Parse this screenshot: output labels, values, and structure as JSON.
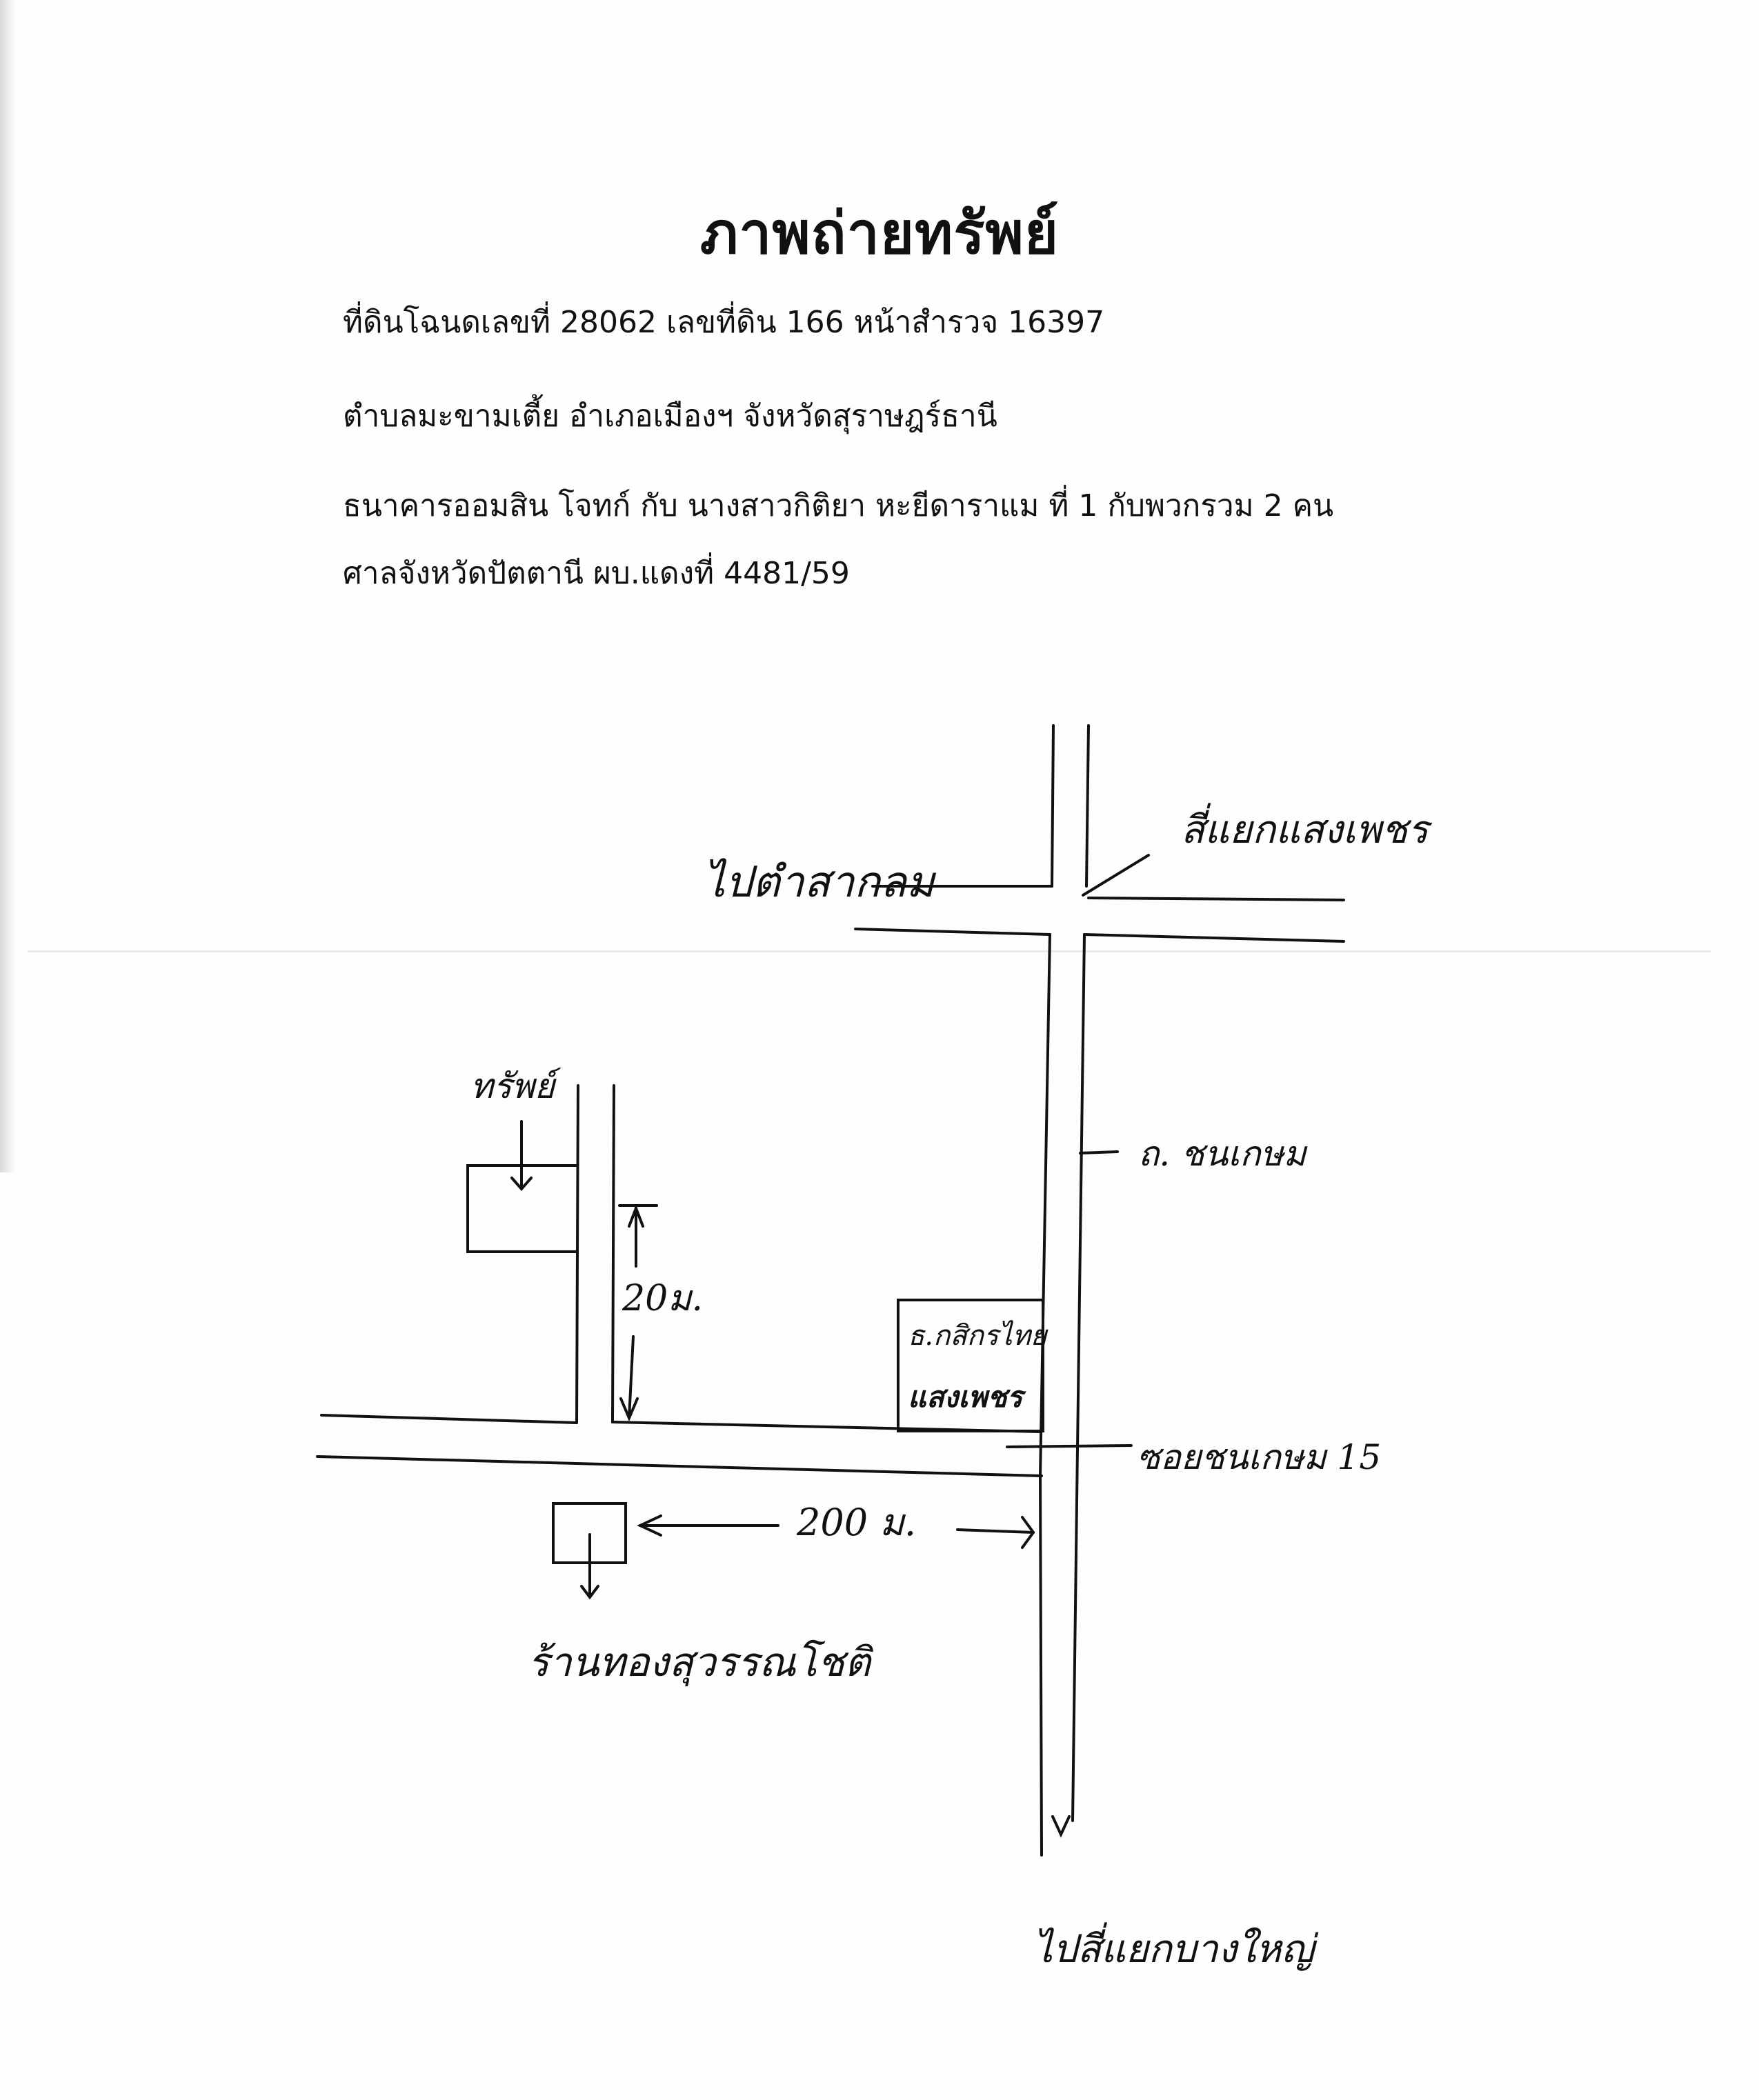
{
  "document": {
    "title": "ภาพถ่ายทรัพย์",
    "lines": [
      "ที่ดินโฉนดเลขที่  28062  เลขที่ดิน  166  หน้าสำรวจ  16397",
      "ตำบลมะขามเตี้ย  อำเภอเมืองฯ   จังหวัดสุราษฎร์ธานี",
      "ธนาคารออมสิน  โจทก์ กับ  นางสาวกิติยา  หะยีดาราแม  ที่  1  กับพวกรวม  2  คน",
      "ศาลจังหวัดปัตตานี  ผบ.แดงที่ 4481/59"
    ]
  },
  "map": {
    "labels": {
      "to_sakom": "ไปตำสากลม",
      "intersection": "สี่แยกแสงเพชร",
      "property": "ทรัพย์",
      "distance_20m": "20ม.",
      "bank": "ธ.กสิกรไทย",
      "bank_branch": "แสงเพชร",
      "road": "ถ. ชนเกษม",
      "soi": "ซอยชนเกษม 15",
      "distance_200m": "200 ม.",
      "shop": "ร้านทองสุวรรณโชติ",
      "to_south": "ไปสี่แยกบางใหญ่"
    }
  }
}
